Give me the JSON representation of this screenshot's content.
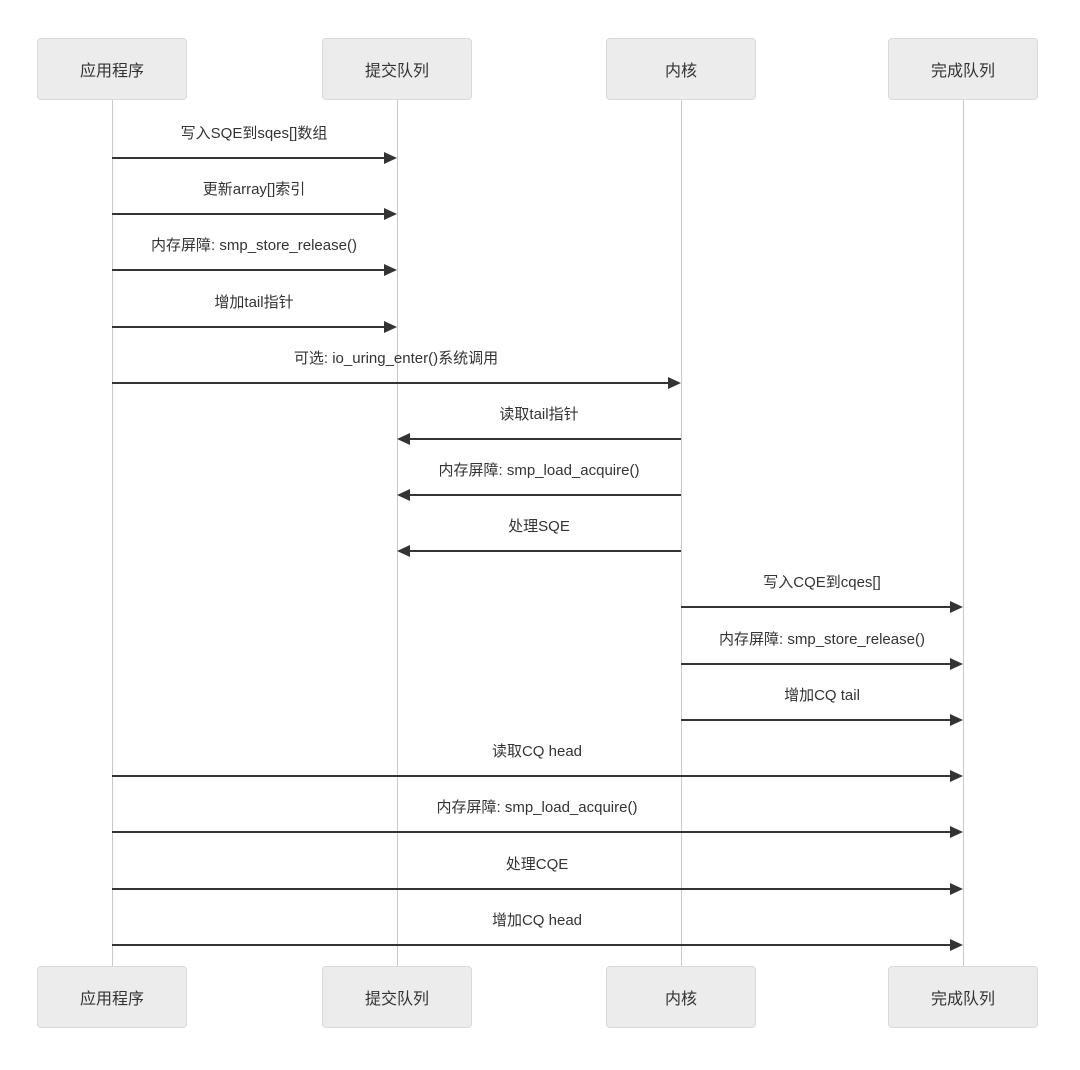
{
  "diagram": {
    "type": "sequence",
    "background": "#ffffff",
    "colors": {
      "actor_fill": "#ececec",
      "actor_border": "#d9d9d9",
      "lifeline": "#c9c9c9",
      "arrow": "#343434",
      "text": "#333333"
    },
    "actors": [
      {
        "name": "应用程序"
      },
      {
        "name": "提交队列"
      },
      {
        "name": "内核"
      },
      {
        "name": "完成队列"
      }
    ],
    "messages": [
      {
        "from": "应用程序",
        "to": "提交队列",
        "label": "写入SQE到sqes[]数组"
      },
      {
        "from": "应用程序",
        "to": "提交队列",
        "label": "更新array[]索引"
      },
      {
        "from": "应用程序",
        "to": "提交队列",
        "label": "内存屏障: smp_store_release()"
      },
      {
        "from": "应用程序",
        "to": "提交队列",
        "label": "增加tail指针"
      },
      {
        "from": "应用程序",
        "to": "内核",
        "label": "可选: io_uring_enter()系统调用"
      },
      {
        "from": "内核",
        "to": "提交队列",
        "label": "读取tail指针"
      },
      {
        "from": "内核",
        "to": "提交队列",
        "label": "内存屏障: smp_load_acquire()"
      },
      {
        "from": "内核",
        "to": "提交队列",
        "label": "处理SQE"
      },
      {
        "from": "内核",
        "to": "完成队列",
        "label": "写入CQE到cqes[]"
      },
      {
        "from": "内核",
        "to": "完成队列",
        "label": "内存屏障: smp_store_release()"
      },
      {
        "from": "内核",
        "to": "完成队列",
        "label": "增加CQ tail"
      },
      {
        "from": "应用程序",
        "to": "完成队列",
        "label": "读取CQ head"
      },
      {
        "from": "应用程序",
        "to": "完成队列",
        "label": "内存屏障: smp_load_acquire()"
      },
      {
        "from": "应用程序",
        "to": "完成队列",
        "label": "处理CQE"
      },
      {
        "from": "应用程序",
        "to": "完成队列",
        "label": "增加CQ head"
      }
    ]
  }
}
